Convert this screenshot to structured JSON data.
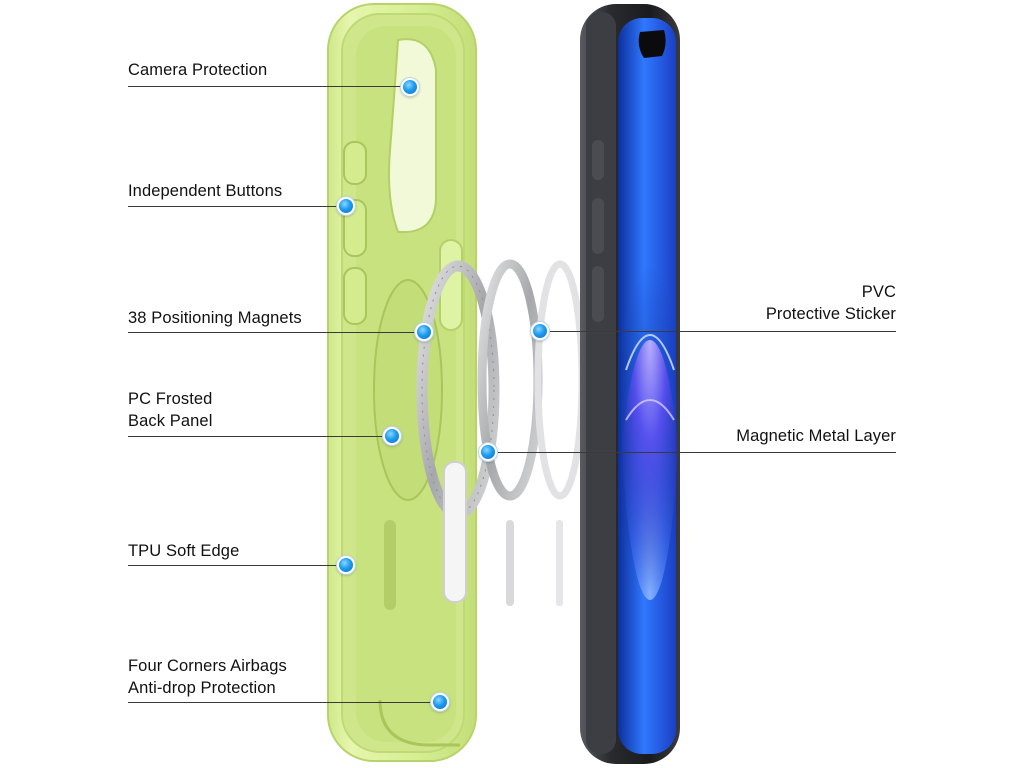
{
  "colors": {
    "case_body": "#d9ef96",
    "case_inner": "#c9e486",
    "case_rim": "#e9f7b6",
    "phone_frame": "#2c2d31",
    "screen_blue": "#1f5ee6",
    "ring_silver": "#b9babc",
    "leader_line": "#3a3a3a",
    "dot_blue": "#1e9cf0"
  },
  "labels": {
    "camera_protection": "Camera Protection",
    "independent_buttons": "Independent Buttons",
    "positioning_magnets": "38 Positioning Magnets",
    "pc_back_line1": "PC Frosted",
    "pc_back_line2": "Back Panel",
    "tpu_edge": "TPU Soft Edge",
    "airbags_line1": "Four Corners Airbags",
    "airbags_line2": "Anti-drop Protection",
    "pvc_line1": "PVC",
    "pvc_line2": "Protective Sticker",
    "metal_layer": "Magnetic Metal Layer"
  },
  "icons": {
    "callout_marker": "blue-dot-icon"
  }
}
